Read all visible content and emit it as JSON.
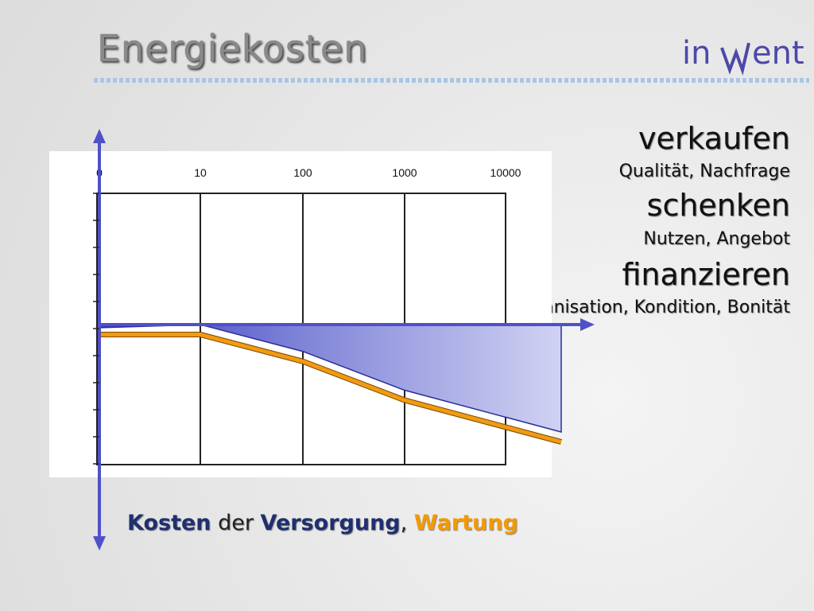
{
  "slide": {
    "title": "Energiekosten",
    "logo_text_left": "in",
    "logo_text_right": "ent"
  },
  "right_panel": {
    "items": [
      {
        "heading": "verkaufen",
        "sub": "Qualität, Nachfrage"
      },
      {
        "heading": "schenken",
        "sub": "Nutzen, Angebot"
      },
      {
        "heading": "finanzieren",
        "sub": "Organisation, Kondition, Bonität"
      }
    ]
  },
  "caption": {
    "part1": "Kosten",
    "part2": " der ",
    "part3": "Versorgung",
    "part4": ", ",
    "part5": "Wartung"
  },
  "chart_data": {
    "type": "area",
    "categories": [
      "0",
      "10",
      "100",
      "1000",
      "10000"
    ],
    "series": [
      {
        "values": [
          0,
          0,
          -0.45,
          -1.1,
          -1.8
        ]
      },
      {
        "values": [
          -0.1,
          -0.1,
          -0.55,
          -1.2,
          -1.9
        ]
      }
    ],
    "colors": {
      "area_start": "#3b3fc2",
      "area_end": "#c9ccef",
      "line": "#f29a12",
      "axis": "#5050c8"
    },
    "grid": true
  }
}
